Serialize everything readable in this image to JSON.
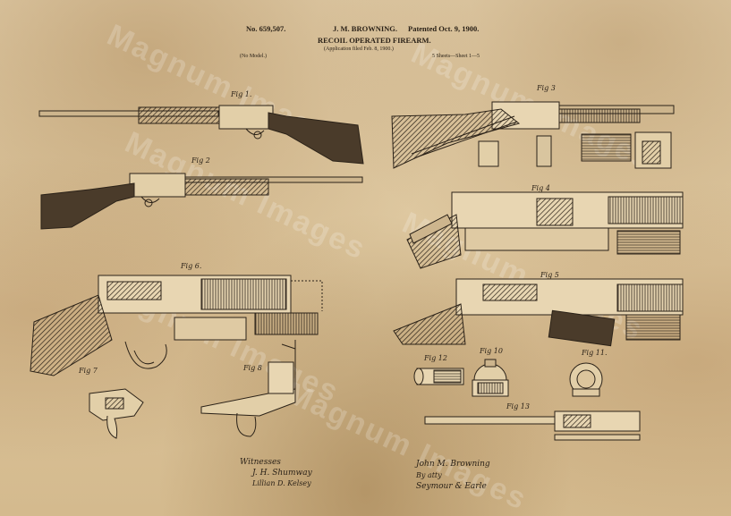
{
  "header": {
    "patent_number": "No. 659,507.",
    "inventor": "J. M. BROWNING.",
    "patent_date": "Patented Oct. 9, 1900.",
    "title": "RECOIL OPERATED FIREARM.",
    "application": "(Application filed Feb. 8, 1900.)",
    "model": "(No Model.)",
    "sheets": "5 Sheets—Sheet 1—5"
  },
  "figures": {
    "fig1": "Fig 1.",
    "fig2": "Fig 2",
    "fig3": "Fig 3",
    "fig4": "Fig 4",
    "fig5": "Fig 5",
    "fig6": "Fig 6.",
    "fig7": "Fig 7",
    "fig8": "Fig 8",
    "fig10": "Fig 10",
    "fig11": "Fig 11.",
    "fig12": "Fig 12",
    "fig13": "Fig 13"
  },
  "watermark": "Magnum Images",
  "signatures": {
    "witnesses_label": "Witnesses",
    "witness1": "J. H. Shumway",
    "witness2": "Lillian D. Kelsey",
    "inventor_sig": "John M. Browning",
    "attorneys": "Seymour & Earle",
    "by_label": "By atty"
  },
  "colors": {
    "paper": "#dcc59c",
    "ink": "#2b2218",
    "stain": "#8c5f28"
  }
}
